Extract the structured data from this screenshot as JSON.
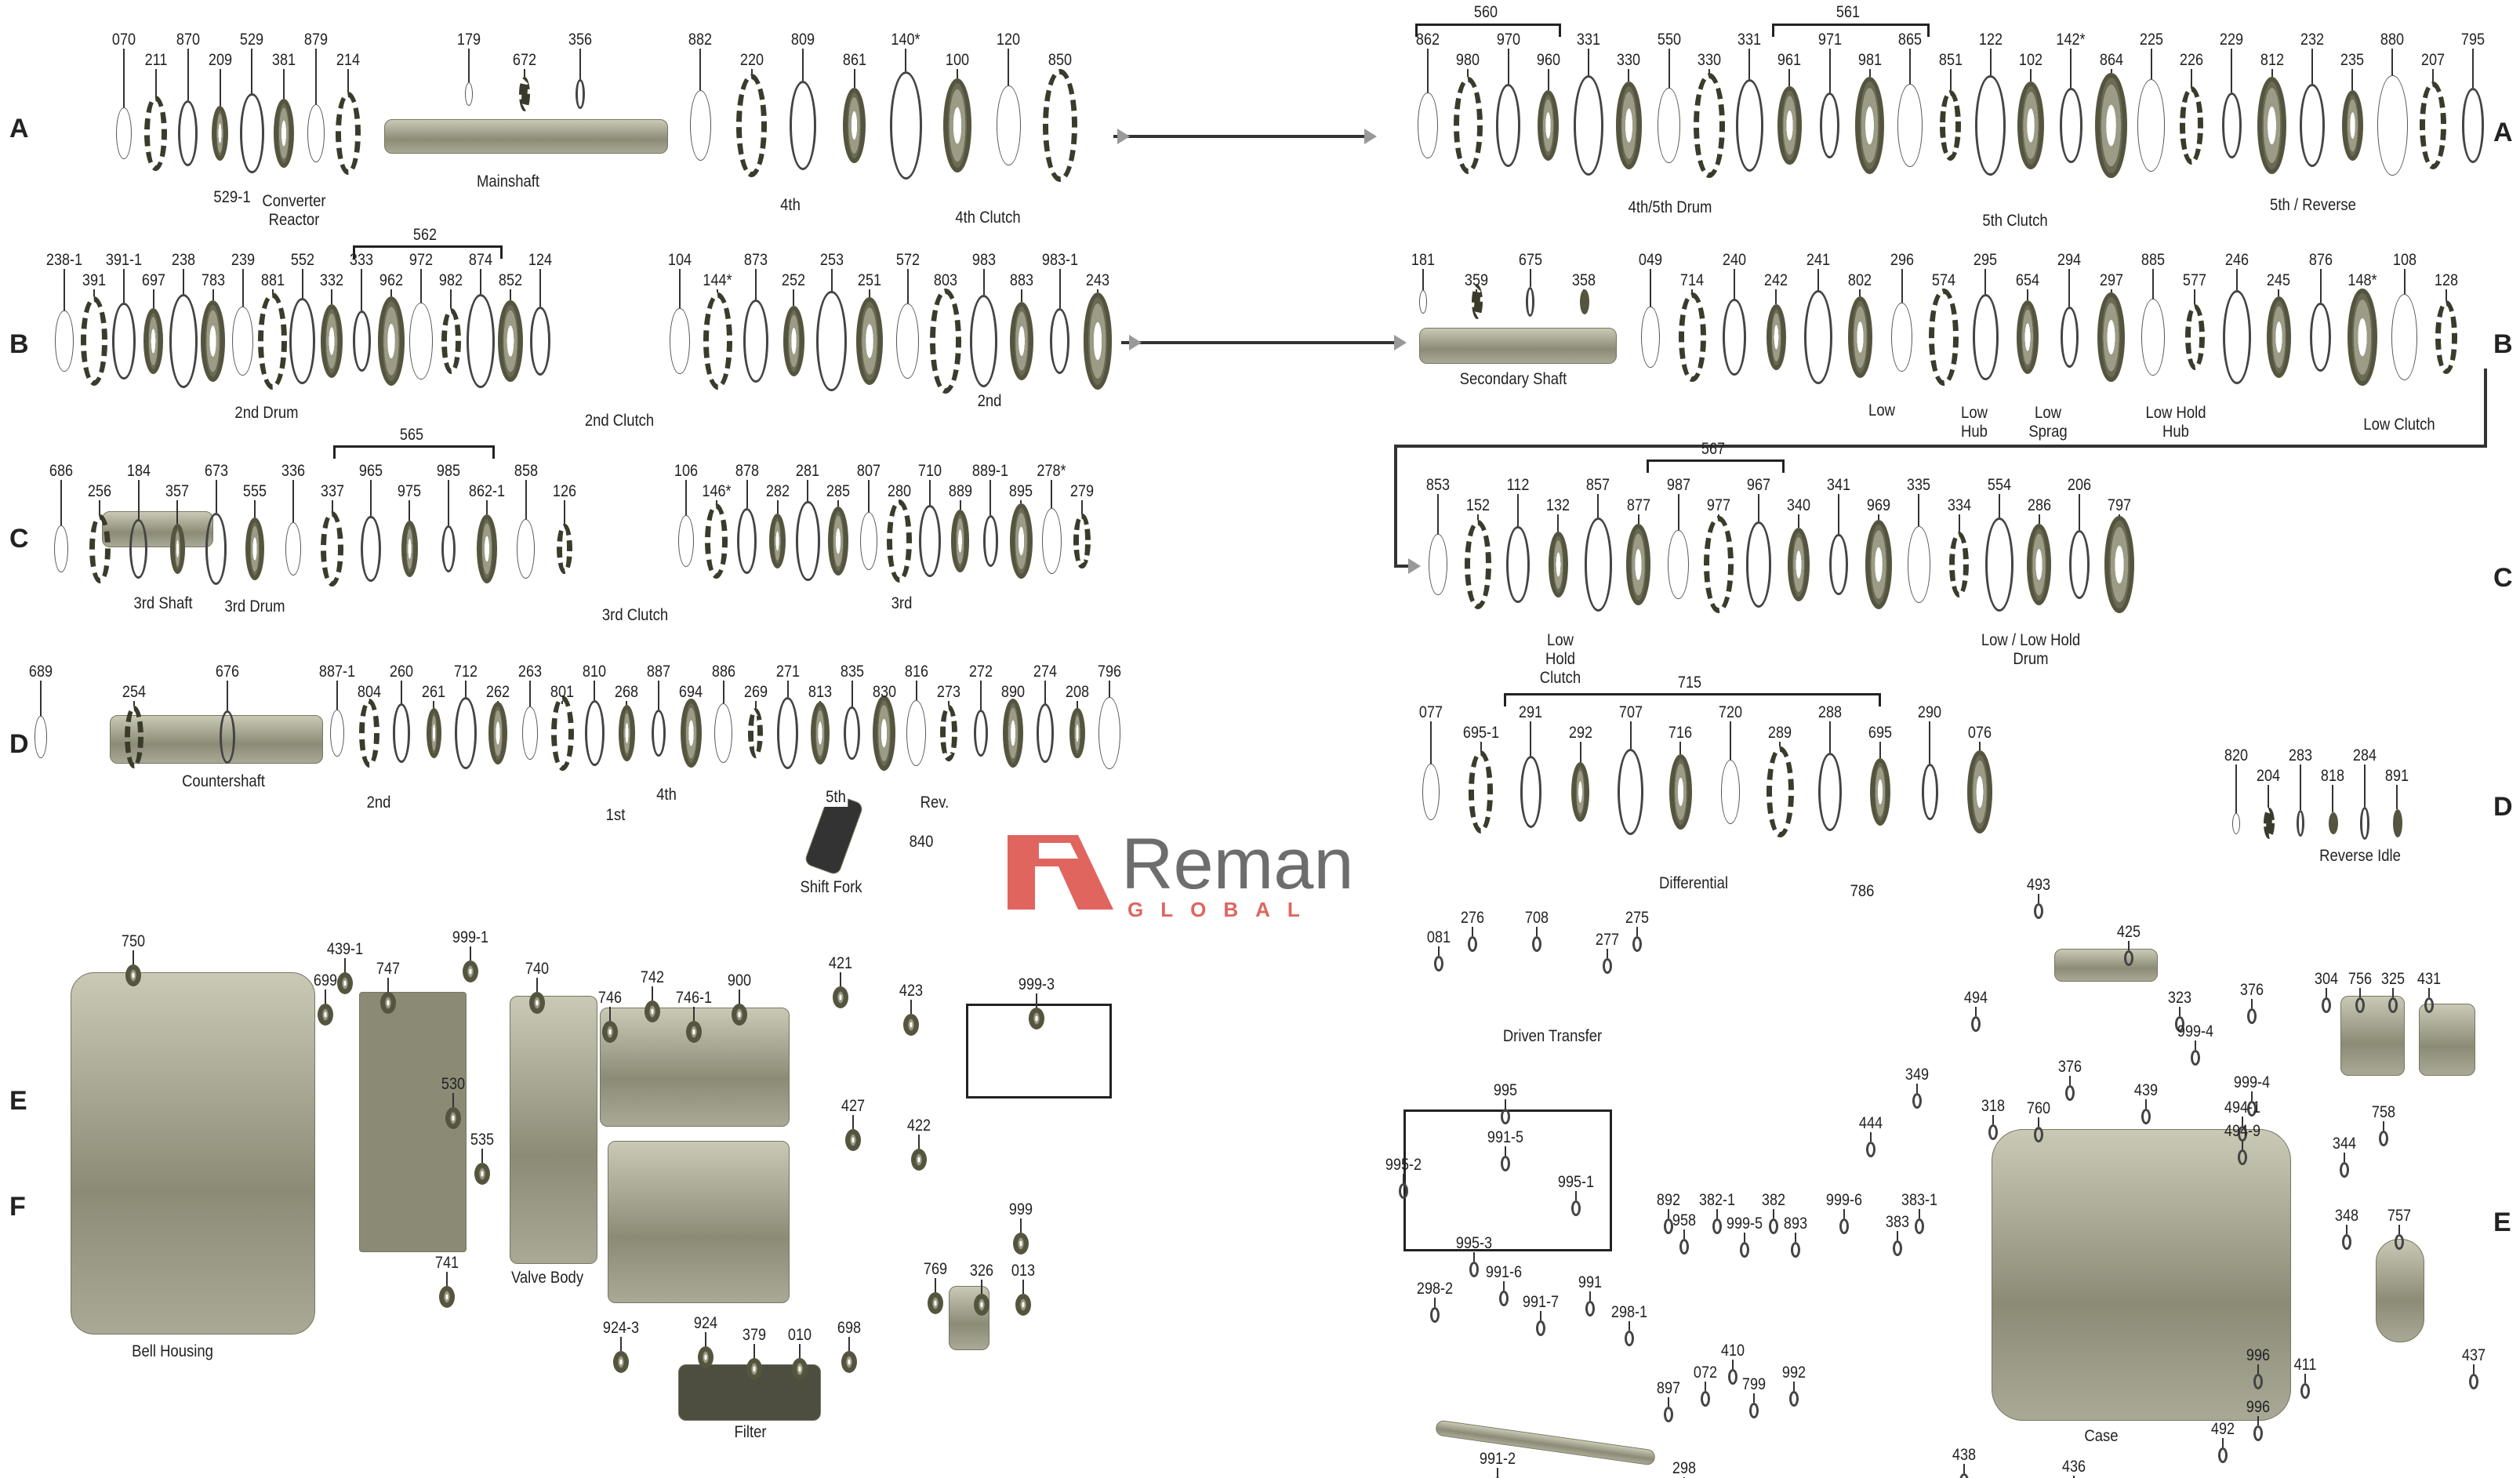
{
  "row_labels": {
    "a": "A",
    "b": "B",
    "c": "C",
    "d": "D",
    "e": "E",
    "f": "F"
  },
  "groups": {
    "a1": [
      "070",
      "211",
      "870",
      "209",
      "529",
      "381",
      "879",
      "214"
    ],
    "a2": [
      "179",
      "672",
      "356"
    ],
    "a3": [
      "882",
      "220",
      "809",
      "861",
      "140*",
      "100",
      "120",
      "850"
    ],
    "a4": [
      "862",
      "980",
      "970",
      "960",
      "331",
      "330",
      "550",
      "330",
      "331",
      "961",
      "971",
      "981",
      "865",
      "851",
      "122",
      "102",
      "142*",
      "864",
      "225",
      "226",
      "229",
      "812",
      "232",
      "235",
      "880",
      "207",
      "795"
    ],
    "b1": [
      "238-1",
      "391",
      "391-1",
      "697",
      "238",
      "783",
      "239",
      "881",
      "552",
      "332",
      "333",
      "962",
      "972",
      "982",
      "874",
      "852",
      "124"
    ],
    "b2": [
      "104",
      "144*",
      "873",
      "252",
      "253",
      "251",
      "572",
      "803",
      "983",
      "883",
      "983-1",
      "243"
    ],
    "b3": [
      "181",
      "359",
      "675",
      "358"
    ],
    "b4": [
      "049",
      "714",
      "240",
      "242",
      "241",
      "802",
      "296",
      "574",
      "295",
      "654",
      "294",
      "297",
      "885",
      "577",
      "246",
      "245",
      "876",
      "148*",
      "108",
      "128"
    ],
    "c1": [
      "686",
      "256",
      "184",
      "357",
      "673",
      "555",
      "336",
      "337",
      "965",
      "975",
      "985",
      "862-1",
      "858",
      "126"
    ],
    "c2": [
      "106",
      "146*",
      "878",
      "282",
      "281",
      "285",
      "807",
      "280",
      "710",
      "889",
      "889-1",
      "895",
      "278*",
      "279"
    ],
    "c3": [
      "853",
      "152",
      "112",
      "132",
      "857",
      "877",
      "987",
      "977",
      "967",
      "340",
      "341",
      "969",
      "335",
      "334",
      "554",
      "286",
      "206",
      "797"
    ],
    "d1": [
      "689",
      "254",
      "676"
    ],
    "d2": [
      "887-1",
      "804",
      "260",
      "261",
      "712",
      "262",
      "263",
      "801",
      "810",
      "268",
      "887",
      "694",
      "886",
      "269",
      "271",
      "813",
      "835",
      "830",
      "816",
      "273",
      "272",
      "890",
      "274",
      "208",
      "796"
    ],
    "d3": [
      "077",
      "695-1",
      "291",
      "292",
      "707",
      "716",
      "720",
      "289",
      "288",
      "695",
      "290",
      "076"
    ],
    "d4": [
      "820",
      "204",
      "283",
      "818",
      "284",
      "891"
    ]
  },
  "brackets": {
    "b560": "560",
    "b561": "561",
    "b562": "562",
    "b565": "565",
    "b567": "567",
    "b715": "715"
  },
  "captions": {
    "converter_reactor": "Converter Reactor",
    "p529_1": "529-1",
    "mainshaft": "Mainshaft",
    "fourth": "4th",
    "fourth_clutch": "4th Clutch",
    "drum45": "4th/5th Drum",
    "fifth_clutch": "5th Clutch",
    "fifth_reverse": "5th / Reverse",
    "second_drum": "2nd Drum",
    "second_clutch": "2nd Clutch",
    "second": "2nd",
    "secondary_shaft": "Secondary Shaft",
    "low": "Low",
    "low_hub": "Low Hub",
    "low_sprag": "Low Sprag",
    "low_hold_hub": "Low Hold Hub",
    "low_clutch": "Low Clutch",
    "third_shaft": "3rd Shaft",
    "third_drum": "3rd Drum",
    "third_clutch": "3rd Clutch",
    "third": "3rd",
    "low_hold_clutch": "Low  Hold Clutch",
    "low_low_hold_drum": "Low / Low Hold Drum",
    "countershaft": "Countershaft",
    "d_second": "2nd",
    "first": "1st",
    "d_fourth": "4th",
    "d_fifth": "5th",
    "rev": "Rev.",
    "p840": "840",
    "shift_fork": "Shift Fork",
    "differential": "Differential",
    "p786": "786",
    "reverse_idle": "Reverse Idle",
    "bell_housing": "Bell Housing",
    "valve_body": "Valve Body",
    "filter": "Filter",
    "driven_transfer": "Driven Transfer",
    "case": "Case"
  },
  "callouts_left": [
    "750",
    "439-1",
    "999-1",
    "699",
    "747",
    "740",
    "746",
    "742",
    "746-1",
    "900",
    "421",
    "423",
    "999-3",
    "530",
    "535",
    "427",
    "422",
    "741",
    "999",
    "769",
    "326",
    "013",
    "924-3",
    "924",
    "698",
    "379",
    "010"
  ],
  "callouts_right": [
    "276",
    "708",
    "081",
    "277",
    "275",
    "995",
    "991-5",
    "995-2",
    "995-1",
    "995-3",
    "991-6",
    "298-2",
    "991-7",
    "991",
    "298-1",
    "991-2",
    "897",
    "298",
    "072",
    "410",
    "799",
    "992",
    "892",
    "958",
    "382-1",
    "999-5",
    "382",
    "893",
    "999-6",
    "383",
    "383-1",
    "493",
    "494",
    "425",
    "323",
    "999-4",
    "376",
    "349",
    "444",
    "318",
    "760",
    "439",
    "494-1",
    "494-9",
    "376",
    "999-4",
    "304",
    "756",
    "325",
    "431",
    "758",
    "344",
    "348",
    "757",
    "411",
    "996",
    "437",
    "996",
    "492",
    "438",
    "436"
  ],
  "logo": {
    "name": "Reman",
    "tagline": "GLOBAL"
  },
  "colors": {
    "logo_red": "#e0655f",
    "logo_gray": "#6d6d6d",
    "part_olive": "#55553f"
  }
}
